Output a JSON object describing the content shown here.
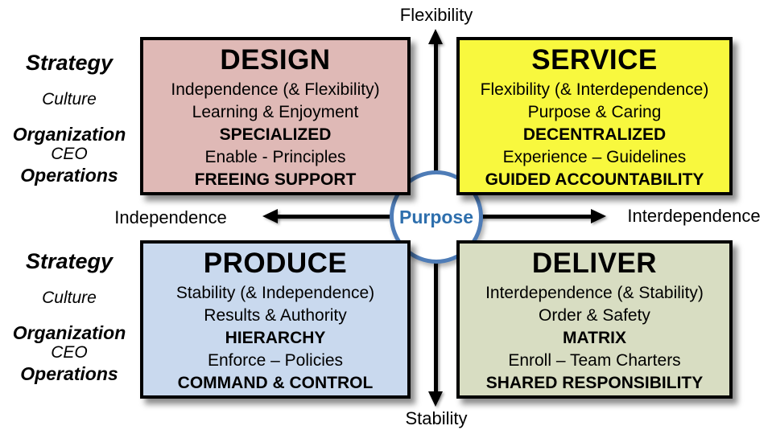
{
  "diagram": {
    "axis_labels": {
      "top": "Flexibility",
      "bottom": "Stability",
      "left": "Independence",
      "right": "Interdependence"
    },
    "center_label": "Purpose",
    "side_labels": [
      {
        "label": "Strategy"
      },
      {
        "label": "Culture"
      },
      {
        "label": "Organization"
      },
      {
        "label": "CEO"
      },
      {
        "label": "Operations"
      }
    ],
    "quadrants": [
      {
        "title": "DESIGN",
        "bg": "#dfb9b6",
        "lines": [
          "Independence (& Flexibility)",
          "Learning & Enjoyment",
          "SPECIALIZED",
          "Enable - Principles",
          "FREEING SUPPORT"
        ]
      },
      {
        "title": "SERVICE",
        "bg": "#f8f83e",
        "lines": [
          "Flexibility (& Interdependence)",
          "Purpose & Caring",
          "DECENTRALIZED",
          "Experience – Guidelines",
          "GUIDED ACCOUNTABILITY"
        ]
      },
      {
        "title": "PRODUCE",
        "bg": "#c9d9ee",
        "lines": [
          "Stability (& Independence)",
          "Results & Authority",
          "HIERARCHY",
          "Enforce – Policies",
          "COMMAND & CONTROL"
        ]
      },
      {
        "title": "DELIVER",
        "bg": "#d8ddc2",
        "lines": [
          "Interdependence (& Stability)",
          "Order & Safety",
          "MATRIX",
          "Enroll – Team Charters",
          "SHARED RESPONSIBILITY"
        ]
      }
    ],
    "colors": {
      "circle_stroke": "#4e7cb7",
      "center_text": "#2e6fad",
      "axis_color": "#000000"
    }
  }
}
